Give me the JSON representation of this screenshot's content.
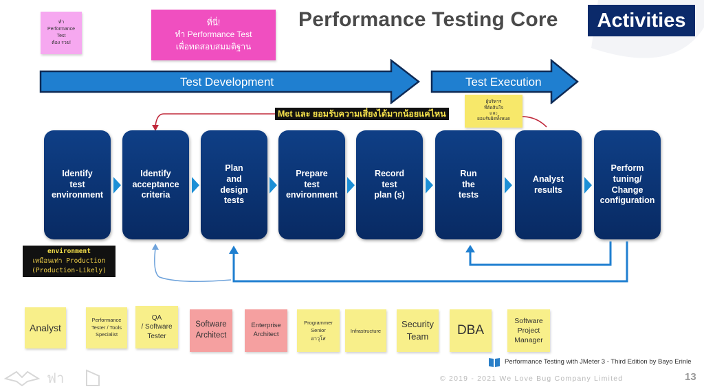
{
  "title": "Performance Testing Core",
  "title_highlight": "Activities",
  "note_small": "ทำ\nPerformance\nTest\nต้อง รวย!",
  "note_pink": "ที่นี่!\nทำ Performance Test\nเพื่อทดสอบสมมติฐาน",
  "phases": {
    "development": "Test Development",
    "execution": "Test Execution"
  },
  "steps": [
    "Identify\ntest\nenvironment",
    "Identify\nacceptance\ncriteria",
    "Plan\nand\ndesign\ntests",
    "Prepare\ntest\nenvironment",
    "Record\ntest\nplan (s)",
    "Run\nthe\ntests",
    "Analyst\nresults",
    "Perform\ntuning/\nChange\nconfiguration"
  ],
  "feedback_label": "Met และ ยอมรับความเสี่ยงได้มากน้อยแค่ไหน",
  "note_yellow_top": "ผู้บริหาร\nที่ตัดสินใจ\nและ\nยอมรับผิดทั้งหมด",
  "env_note": {
    "line1": "environment",
    "line2": "เหมือนเท่า Production",
    "line3": "(Production-Likely)"
  },
  "roles": [
    {
      "label": "Analyst",
      "color": "yellow"
    },
    {
      "label": "Performance\nTester / Tools\nSpecialist",
      "color": "yellow"
    },
    {
      "label": "QA\n/ Software\nTester",
      "color": "yellow"
    },
    {
      "label": "Software\nArchitect",
      "color": "red"
    },
    {
      "label": "Enterprise\nArchitect",
      "color": "red"
    },
    {
      "label": "Programmer\nSenior\nอาวุโส",
      "color": "yellow"
    },
    {
      "label": "Infrastructure",
      "color": "yellow"
    },
    {
      "label": "Security\nTeam",
      "color": "yellow"
    },
    {
      "label": "DBA",
      "color": "yellow"
    },
    {
      "label": "Software\nProject\nManager",
      "color": "yellow"
    }
  ],
  "book_reference": "Performance Testing with JMeter 3 - Third Edition by Bayo Erinle",
  "copyright": "© 2019 - 2021 We Love Bug Company Limited",
  "page_number": "13",
  "colors": {
    "step_blue": "#0b3577",
    "arrow_blue": "#1f7fd0",
    "title_box": "#0b2a6a",
    "sticky_yellow": "#f8ef8a",
    "sticky_red": "#f5a0a0",
    "sticky_pink": "#f04fc0"
  }
}
